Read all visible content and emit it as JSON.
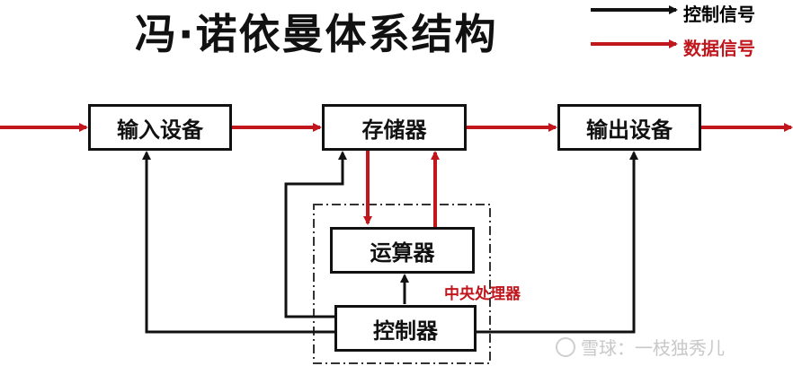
{
  "title": "冯·诺依曼体系结构",
  "legend": {
    "control_label": "控制信号",
    "data_label": "数据信号"
  },
  "nodes": {
    "input": "输入设备",
    "memory": "存储器",
    "output": "输出设备",
    "alu": "运算器",
    "controller": "控制器"
  },
  "cpu_label": "中央处理器",
  "watermark": "雪球：一枝独秀儿",
  "colors": {
    "control": "#111111",
    "data": "#c0161c",
    "cpu_border": "#333333",
    "label_red": "#c0161c"
  }
}
